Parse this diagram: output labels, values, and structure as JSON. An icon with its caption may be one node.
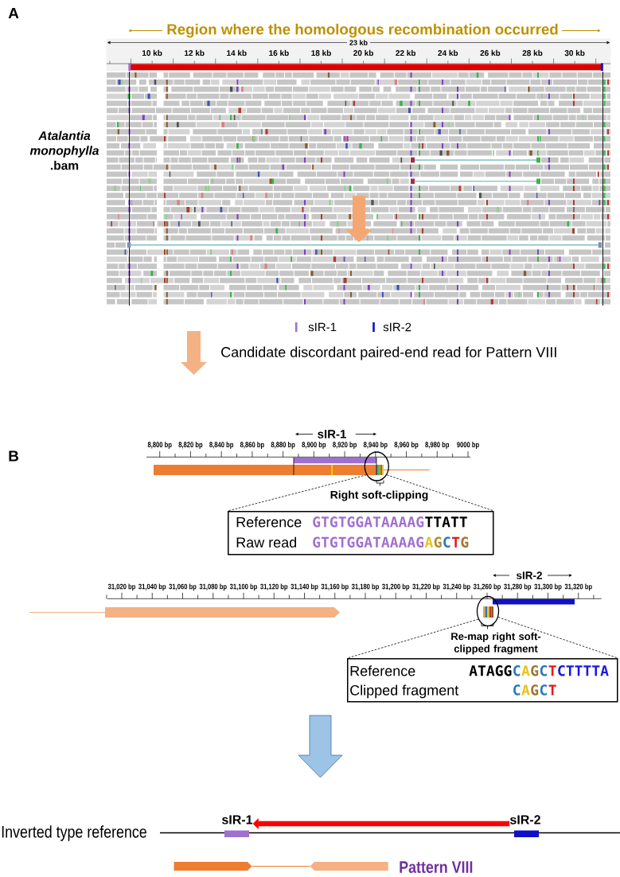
{
  "diagram": {
    "nodes": [
      {
        "text": [],
        "shape": "bar"
      },
      {
        "text": [],
        "shape": "circle"
      },
      {
        "text": [
          "Reference",
          "GTGTGGATAAAAG",
          "TTATT",
          "Raw read",
          "GTGTGGATAAAAG",
          "A",
          "G",
          "C",
          "T",
          "G"
        ]
      },
      {
        "text": [],
        "shape": "circle"
      },
      {
        "text": [
          "Reference",
          "ATAGG",
          "C",
          "A",
          "G",
          "C",
          "T",
          "CTTTTA",
          "Clipped fragment",
          "C",
          "A",
          "G",
          "C",
          "T"
        ]
      },
      {
        "text": [
          "sIR-1"
        ]
      },
      {
        "text": [
          "sIR-2"
        ]
      }
    ],
    "edges": [
      {
        "from": null,
        "to": 0,
        "arrow": "to",
        "style": "thick",
        "color": "#f4a772"
      },
      {
        "from": 1,
        "to": 2,
        "arrow": "none",
        "style": "dashed"
      },
      {
        "from": 1,
        "to": 2,
        "arrow": "none",
        "style": "dashed"
      },
      {
        "from": 3,
        "to": 4,
        "arrow": "none",
        "style": "dashed"
      },
      {
        "from": 3,
        "to": 4,
        "arrow": "none",
        "style": "dashed"
      },
      {
        "from": 6,
        "to": 5,
        "arrow": "to",
        "style": "thick",
        "color": "#ff0000"
      }
    ],
    "labels": [
      "A",
      "Region where the homologous recombination occurred",
      "23 kb",
      "10 kb",
      "12 kb",
      "14 kb",
      "16 kb",
      "18 kb",
      "20 kb",
      "22 kb",
      "24 kb",
      "26 kb",
      "28 kb",
      "30 kb",
      "*Atalantia monophylla* .bam",
      "Candidate discordant paired-end read for Pattern VIII",
      "B",
      "sIR-1",
      "8,800 bp",
      "8,820 bp",
      "8,840 bp",
      "8,860 bp",
      "8,880 bp",
      "8,900 bp",
      "8,920 bp",
      "8,940 bp",
      "8,960 bp",
      "8,980 bp",
      "9000 bp",
      "Right soft-clipping",
      "sIR-2",
      "31,020 bp",
      "31,040 bp",
      "31,060 bp",
      "31,080 bp",
      "31,100 bp",
      "31,120 bp",
      "31,140 bp",
      "31,160 bp",
      "31,180 bp",
      "31,200 bp",
      "31,220 bp",
      "31,240 bp",
      "31,260 bp",
      "31,280 bp",
      "31,300 bp",
      "31,320 bp",
      "Re-map right soft-clipped fragment",
      "Inverted type reference",
      "Pattern VIII"
    ],
    "legend": [
      {
        "text": "sIR-1",
        "color": "#a070d0"
      },
      {
        "text": "sIR-2",
        "color": "#1010c8"
      }
    ]
  }
}
